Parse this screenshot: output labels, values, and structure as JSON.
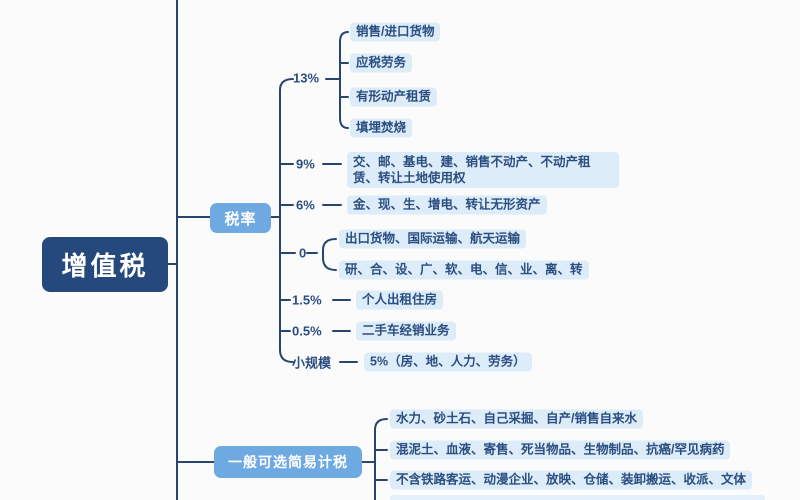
{
  "root_label": "增值税",
  "rate_branch": {
    "label": "税率",
    "items": [
      {
        "label": "13%",
        "leaves": [
          "销售/进口货物",
          "应税劳务",
          "有形动产租赁",
          "填埋焚烧"
        ]
      },
      {
        "label": "9%",
        "desc": "交、邮、基电、建、销售不动产、不动产租赁、转让土地使用权"
      },
      {
        "label": "6%",
        "desc": "金、现、生、增电、转让无形资产"
      },
      {
        "label": "0",
        "leaves": [
          "出口货物、国际运输、航天运输",
          "研、合、设、广、软、电、信、业、离、转"
        ]
      },
      {
        "label": "1.5%",
        "desc": "个人出租住房"
      },
      {
        "label": "0.5%",
        "desc": "二手车经销业务"
      },
      {
        "label": "小规模",
        "desc": "5%（房、地、人力、劳务）"
      }
    ]
  },
  "simple_branch": {
    "label": "一般可选简易计税",
    "leaves": [
      "水力、砂土石、自己采掘、自产/销售自来水",
      "混泥土、血液、寄售、死当物品、生物制品、抗癌/罕见病药",
      "不含铁路客运、动漫企业、放映、仓储、装卸搬运、收派、文体"
    ]
  },
  "colors": {
    "root_bg": "#26497d",
    "branch_bg": "#6fa9e2",
    "line": "#27456e",
    "text": "#2b4e80",
    "highlight": "#ddecf9"
  }
}
